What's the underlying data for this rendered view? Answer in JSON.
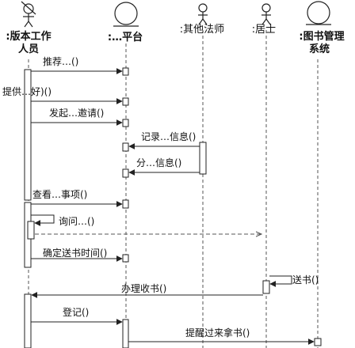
{
  "participants": {
    "p1": {
      "line1": ":版本工作",
      "line2": "人员",
      "kind": "actor"
    },
    "p2": {
      "line1": ":…平台",
      "kind": "entity"
    },
    "p3": {
      "line1": ":其他法师",
      "kind": "actor"
    },
    "p4": {
      "line1": ":居士",
      "kind": "actor"
    },
    "p5": {
      "line1": ":图书管理",
      "line2": "系统",
      "kind": "entity"
    }
  },
  "messages": {
    "m1": "推荐…()",
    "m2": "提供…好)()",
    "m3": "发起…邀请()",
    "m4": "记录…信息()",
    "m5": "分…信息()",
    "m6": "查看…事项()",
    "m7": "询问…()",
    "m8": "确定送书时间()",
    "m9": "送书()",
    "m10": "办理收书()",
    "m11": "登记()",
    "m12": "提醒过来拿书()"
  },
  "colors": {
    "line": "#222222",
    "lifeline": "#555555",
    "activation_fill": "#ffffff"
  }
}
